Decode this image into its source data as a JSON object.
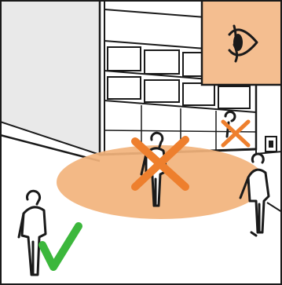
{
  "illustration": {
    "subject": "garage-door-safety-zone",
    "colors": {
      "background": "#ffffff",
      "floor_zone": "#F2B37C",
      "inset_panel": "#F4BE90",
      "cross_mark": "#EE7F2D",
      "check_mark": "#3CB73C",
      "wall_shade": "#E9E9E9",
      "line": "#1a1a1a"
    },
    "icons": [
      "eye-icon",
      "wall-switch-icon",
      "cross-mark",
      "check-mark"
    ],
    "figures": [
      {
        "name": "person-near-door",
        "status": "not-allowed"
      },
      {
        "name": "child-under-door",
        "status": "not-allowed"
      },
      {
        "name": "person-operating-switch",
        "status": "allowed-observer"
      },
      {
        "name": "person-safe-distance",
        "status": "allowed"
      }
    ]
  }
}
